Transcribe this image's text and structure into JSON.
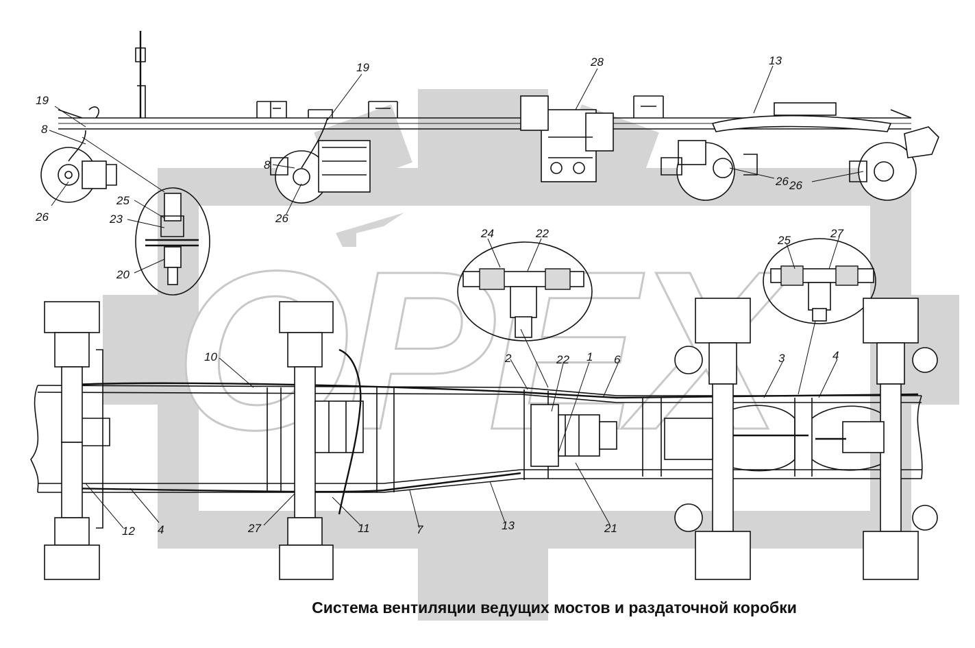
{
  "caption": "Система вентиляции ведущих мостов и раздаточной коробки",
  "watermark": "OPEX",
  "colors": {
    "ink": "#111111",
    "watermark": "#d3d3d3",
    "background": "#ffffff"
  },
  "callouts": [
    {
      "id": "c19a",
      "text": "19"
    },
    {
      "id": "c8a",
      "text": "8"
    },
    {
      "id": "c26a",
      "text": "26"
    },
    {
      "id": "c25a",
      "text": "25"
    },
    {
      "id": "c23",
      "text": "23"
    },
    {
      "id": "c20",
      "text": "20"
    },
    {
      "id": "c19b",
      "text": "19"
    },
    {
      "id": "c8b",
      "text": "8"
    },
    {
      "id": "c26b",
      "text": "26"
    },
    {
      "id": "c28",
      "text": "28"
    },
    {
      "id": "c13a",
      "text": "13"
    },
    {
      "id": "c26c",
      "text": "26"
    },
    {
      "id": "c26d",
      "text": "26"
    },
    {
      "id": "c24",
      "text": "24"
    },
    {
      "id": "c22a",
      "text": "22"
    },
    {
      "id": "c25b",
      "text": "25"
    },
    {
      "id": "c27a",
      "text": "27"
    },
    {
      "id": "c10",
      "text": "10"
    },
    {
      "id": "c2",
      "text": "2"
    },
    {
      "id": "c22b",
      "text": "22"
    },
    {
      "id": "c1",
      "text": "1"
    },
    {
      "id": "c6",
      "text": "6"
    },
    {
      "id": "c3",
      "text": "3"
    },
    {
      "id": "c4a",
      "text": "4"
    },
    {
      "id": "c12",
      "text": "12"
    },
    {
      "id": "c4b",
      "text": "4"
    },
    {
      "id": "c27b",
      "text": "27"
    },
    {
      "id": "c11",
      "text": "11"
    },
    {
      "id": "c7",
      "text": "7"
    },
    {
      "id": "c13b",
      "text": "13"
    },
    {
      "id": "c21",
      "text": "21"
    }
  ]
}
